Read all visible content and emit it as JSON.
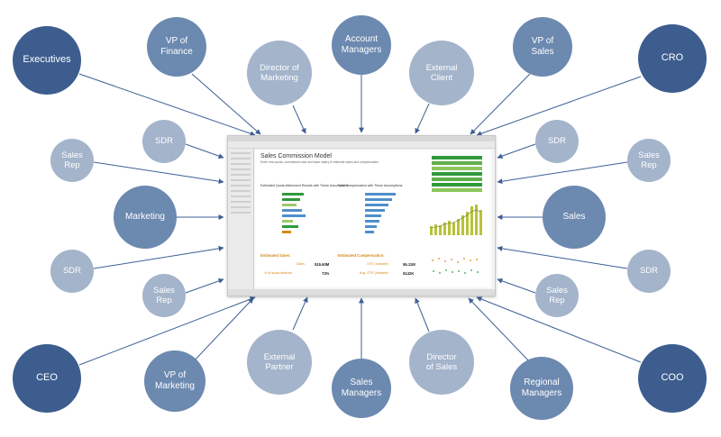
{
  "diagram": {
    "colors": {
      "dark": "#3d5d8f",
      "mid": "#6c89b0",
      "light": "#a3b4cb",
      "arrow": "#3e5f95"
    },
    "nodes": [
      {
        "id": "executives",
        "label": "Executives"
      },
      {
        "id": "vp-finance",
        "label": "VP of\nFinance"
      },
      {
        "id": "director-marketing",
        "label": "Director of\nMarketing"
      },
      {
        "id": "account-managers",
        "label": "Account\nManagers"
      },
      {
        "id": "external-client",
        "label": "External\nClient"
      },
      {
        "id": "vp-sales",
        "label": "VP of\nSales"
      },
      {
        "id": "cro",
        "label": "CRO"
      },
      {
        "id": "sdr-top-left",
        "label": "SDR"
      },
      {
        "id": "sdr-top-right",
        "label": "SDR"
      },
      {
        "id": "sales-rep-left",
        "label": "Sales\nRep"
      },
      {
        "id": "sales-rep-right",
        "label": "Sales\nRep"
      },
      {
        "id": "marketing",
        "label": "Marketing"
      },
      {
        "id": "sales",
        "label": "Sales"
      },
      {
        "id": "sdr-left",
        "label": "SDR"
      },
      {
        "id": "sdr-right",
        "label": "SDR"
      },
      {
        "id": "sales-rep-bottom-left",
        "label": "Sales\nRep"
      },
      {
        "id": "sales-rep-bottom-right",
        "label": "Sales\nRep"
      },
      {
        "id": "ceo",
        "label": "CEO"
      },
      {
        "id": "vp-marketing",
        "label": "VP of\nMarketing"
      },
      {
        "id": "external-partner",
        "label": "External\nPartner"
      },
      {
        "id": "sales-managers",
        "label": "Sales\nManagers"
      },
      {
        "id": "director-sales",
        "label": "Director\nof Sales"
      },
      {
        "id": "regional-managers",
        "label": "Regional\nManagers"
      },
      {
        "id": "coo",
        "label": "COO"
      }
    ]
  },
  "dashboard": {
    "title": "Sales Commission Model",
    "subtitle": "Enter new quota, commission rate and base salary to estimate sales and compensation",
    "section_left": "Estimated Quota Attainment Results with These Assumptions",
    "section_right": "Total Compensation with These Assumptions",
    "kpi": {
      "sales_label": "Estimated Sales:",
      "comp_label": "Estimated Compensation:",
      "sales_row_label": "Sales",
      "sales_value": "$15.60M",
      "quota_row_label": "% of quota attained",
      "quota_value": "73%",
      "ote_label": "OTE (Variable)",
      "ote_value": "$6.11M",
      "avg_ote_label": "Avg. OTE (Variable)",
      "avg_ote_value": "$142K"
    }
  }
}
